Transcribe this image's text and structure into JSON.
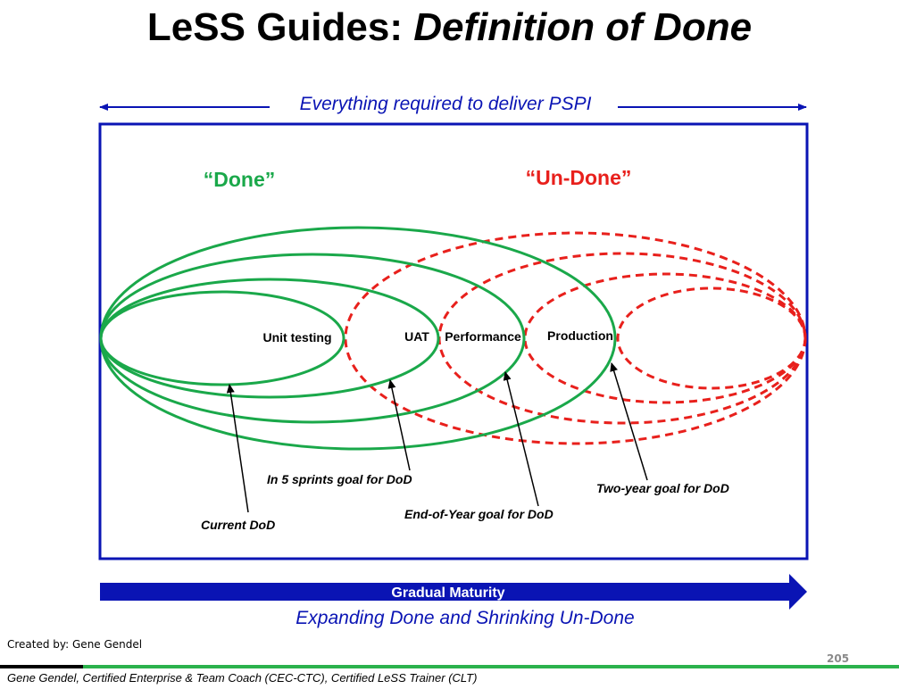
{
  "slide": {
    "title_plain": "LeSS Guides: ",
    "title_italic": "Definition of Done",
    "top_arrow_label": "Everything required to deliver PSPI",
    "done_label": "“Done”",
    "undone_label": "“Un-Done”",
    "stages": [
      "Unit testing",
      "UAT",
      "Performance",
      "Production"
    ],
    "goals": {
      "current": "Current DoD",
      "five_sprints": "In 5 sprints goal for DoD",
      "end_of_year": "End-of-Year goal for DoD",
      "two_year": "Two-year goal for DoD"
    },
    "maturity_label": "Gradual Maturity",
    "subtitle": "Expanding Done and Shrinking Un-Done",
    "created_by": "Created by: Gene Gendel",
    "page_number": "205",
    "credits": "Gene Gendel, Certified Enterprise & Team Coach (CEC-CTC), Certified LeSS Trainer (CLT)"
  },
  "colors": {
    "done": "#1aa84a",
    "undone": "#e8201c",
    "blue": "#0a14b4",
    "text": "#000000",
    "footer_black": "#000000",
    "footer_green": "#2bb24c"
  }
}
